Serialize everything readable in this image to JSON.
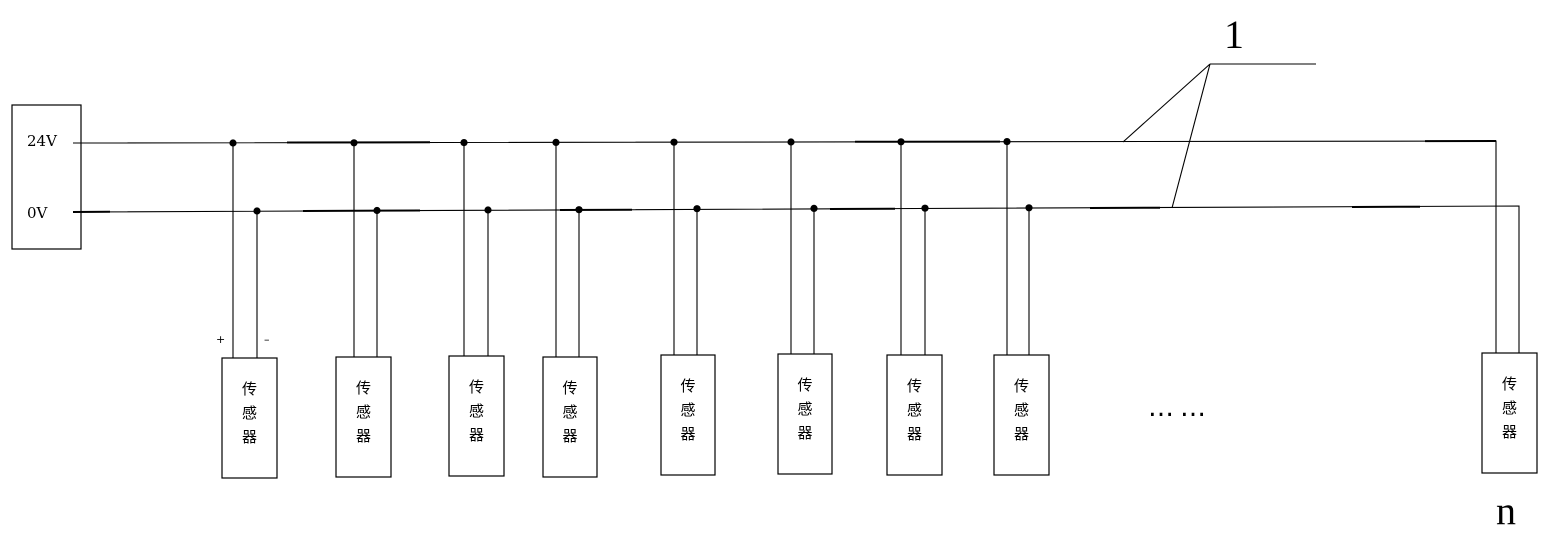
{
  "power_supply": {
    "positive_label": "24V",
    "negative_label": "0V"
  },
  "pins": {
    "plus": "+",
    "minus": "–"
  },
  "sensor": {
    "label_lines": [
      "传",
      "感",
      "器"
    ]
  },
  "sensor_count_shown": 9,
  "ellipsis": "……",
  "callout_label": "1",
  "last_sensor_index": "n",
  "colors": {
    "line": "#000000",
    "background": "#ffffff"
  }
}
